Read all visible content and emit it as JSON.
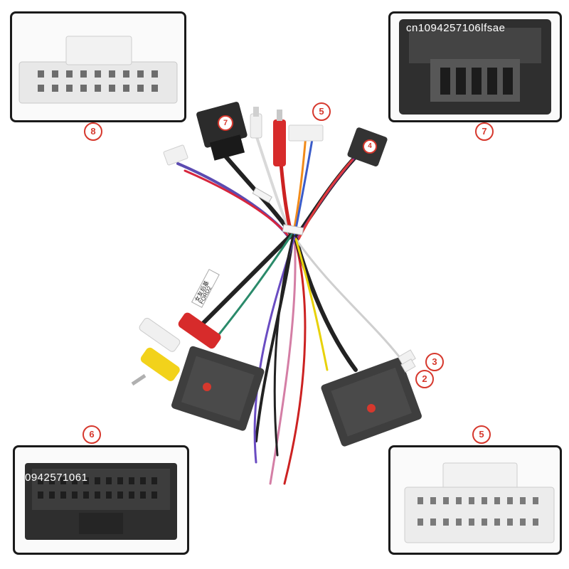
{
  "labels": {
    "top_left": "8",
    "top_right": "7",
    "top_center": "5",
    "mid_right_tag": "4",
    "right_3": "3",
    "right_2": "2",
    "bottom_left": "6",
    "bottom_right": "5",
    "left_plug": "7"
  },
  "watermarks": {
    "top_right": "cn1094257106lfsae",
    "bottom_left": "0942571061"
  },
  "tag": {
    "line1": "女友后基",
    "line2": "FORD2"
  },
  "colors": {
    "accent_red": "#d6382d",
    "connector_white": "#eeeeee",
    "connector_black": "#3a3a3a"
  }
}
